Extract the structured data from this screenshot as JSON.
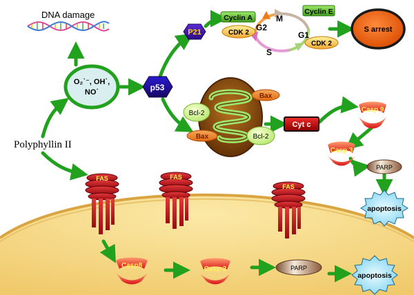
{
  "trigger": {
    "label": "Polyphyllin II"
  },
  "dna": {
    "label": "DNA damage"
  },
  "ros": {
    "line1": "O₂˙⁻, OH˙,",
    "line2": "NO˙"
  },
  "p53": {
    "label": "p53"
  },
  "p21": {
    "label": "P21"
  },
  "cell_cycle": {
    "phases": {
      "m": "M",
      "g2": "G2",
      "g1": "G1",
      "s": "S"
    },
    "cyclin_a": "Cyclin A",
    "cdk2_left": "CDK 2",
    "cyclin_e": "Cyclin E",
    "cdk2_right": "CDK 2",
    "arrest": "S arrest"
  },
  "mito": {
    "bax_top": "Bax",
    "bcl2_left": "Bcl-2",
    "bax_left": "Bax",
    "bcl2_right": "Bcl-2",
    "cytc": "Cyt c"
  },
  "intrinsic": {
    "casp9": "Casp 9",
    "casp3": "Casp 3",
    "parp": "PARP",
    "apoptosis": "apoptosis"
  },
  "receptors": {
    "label": "FAS"
  },
  "extrinsic": {
    "casp8": "Casp8",
    "casp3": "Casp 3",
    "parp": "PARP",
    "apoptosis": "apoptosis"
  },
  "colors": {
    "arrow": "#22a11e",
    "receptor": "#c8102e",
    "cell": "#f7dd8a",
    "membrane": "#d9a441",
    "mitochondria": "#8b4a12",
    "cristae": "#9ee36a",
    "sarrest": "#ee5a0e",
    "cytc": "#d8000c",
    "hexagon": "#3a0f99"
  }
}
